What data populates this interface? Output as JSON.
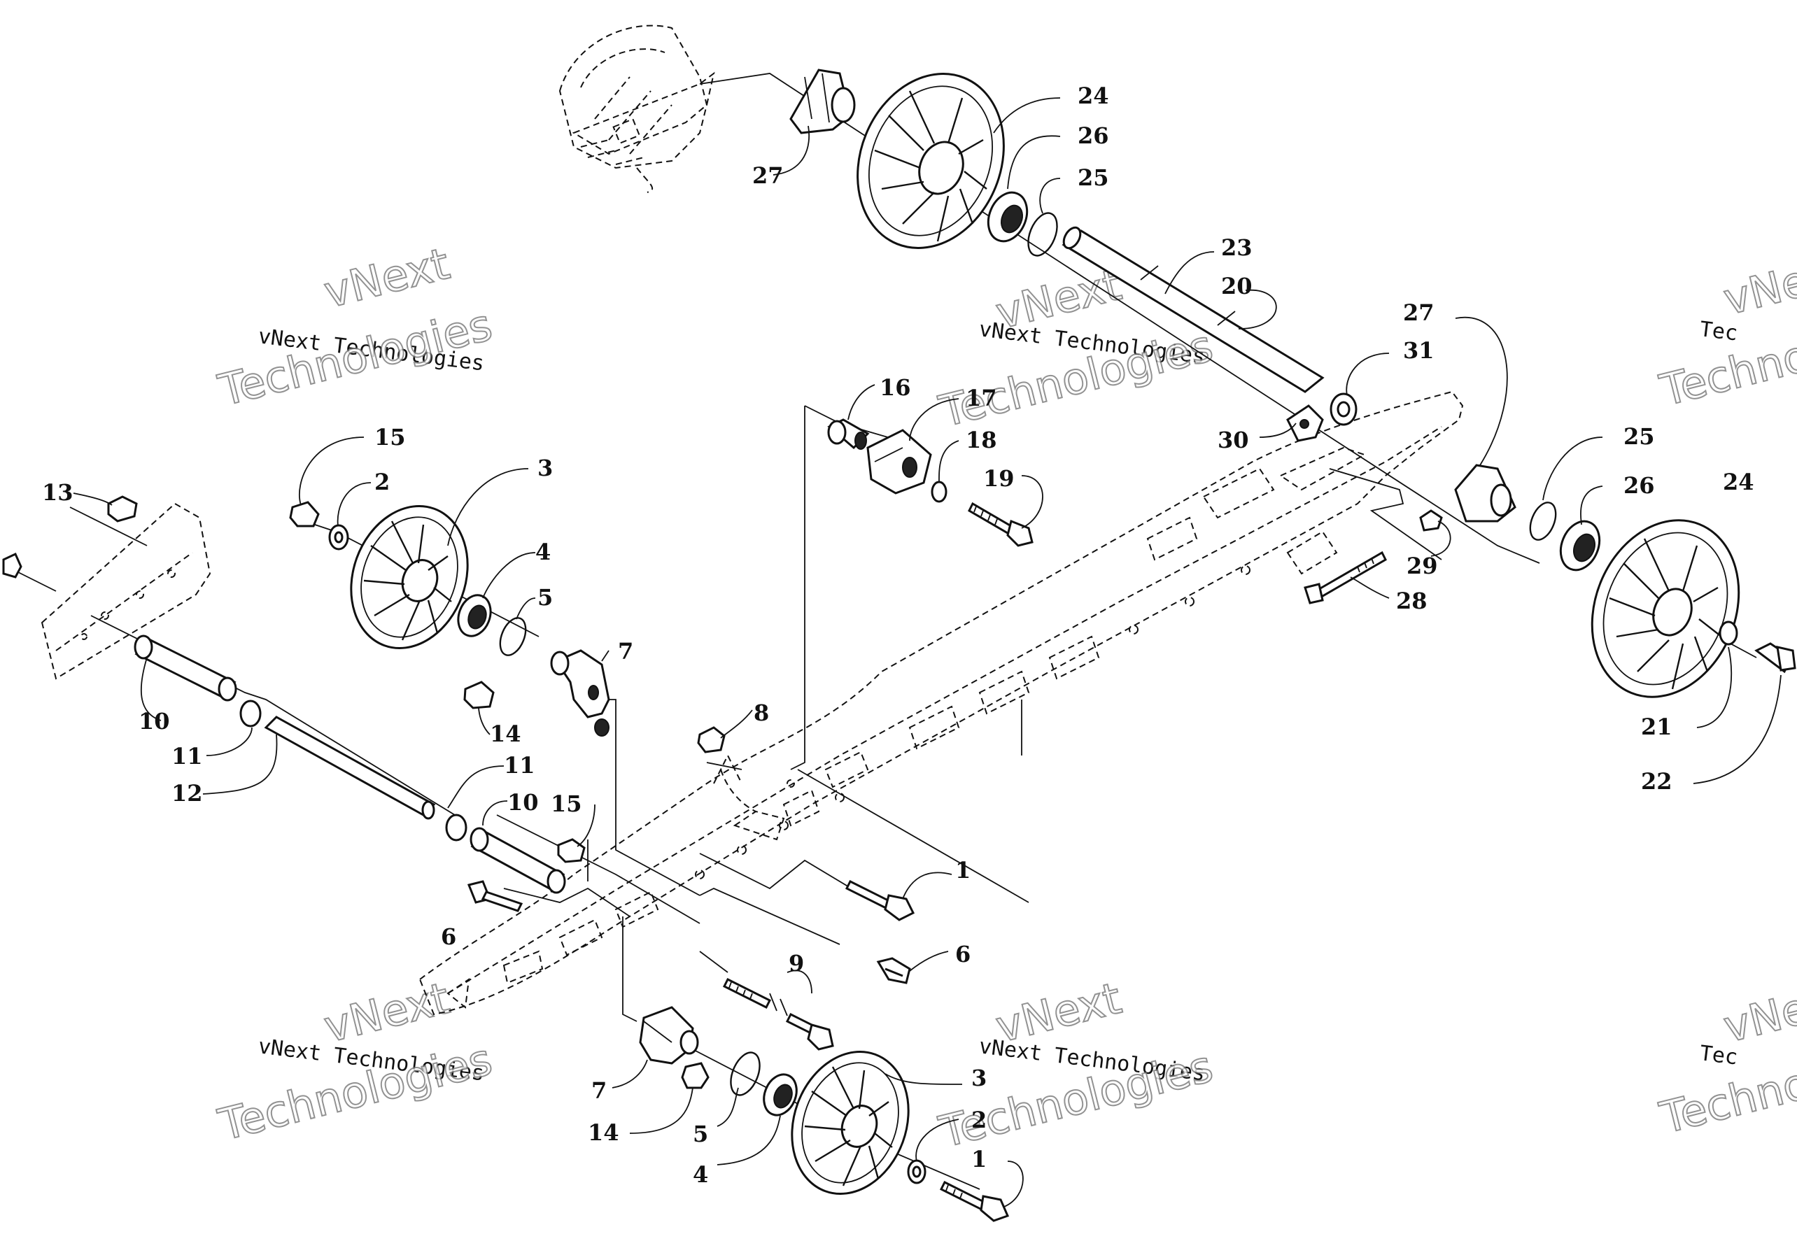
{
  "watermark": {
    "line": "vNext Technologies",
    "word1": "vNext",
    "word2": "Technologies",
    "word2_cut": "Tec",
    "word2_cut_big": "Techno"
  },
  "callouts": {
    "c1a": "1",
    "c1b": "1",
    "c2a": "2",
    "c2b": "2",
    "c3a": "3",
    "c3b": "3",
    "c4a": "4",
    "c4b": "4",
    "c5a": "5",
    "c5b": "5",
    "c6a": "6",
    "c6b": "6",
    "c7a": "7",
    "c7b": "7",
    "c8": "8",
    "c9": "9",
    "c10a": "10",
    "c10b": "10",
    "c11a": "11",
    "c11b": "11",
    "c12": "12",
    "c13": "13",
    "c14a": "14",
    "c14b": "14",
    "c15a": "15",
    "c15b": "15",
    "c16": "16",
    "c17": "17",
    "c18": "18",
    "c19": "19",
    "c20": "20",
    "c21": "21",
    "c22": "22",
    "c23": "23",
    "c24a": "24",
    "c24b": "24",
    "c25a": "25",
    "c25b": "25",
    "c26a": "26",
    "c26b": "26",
    "c27a": "27",
    "c27b": "27",
    "c28": "28",
    "c29": "29",
    "c30": "30",
    "c31": "31"
  }
}
